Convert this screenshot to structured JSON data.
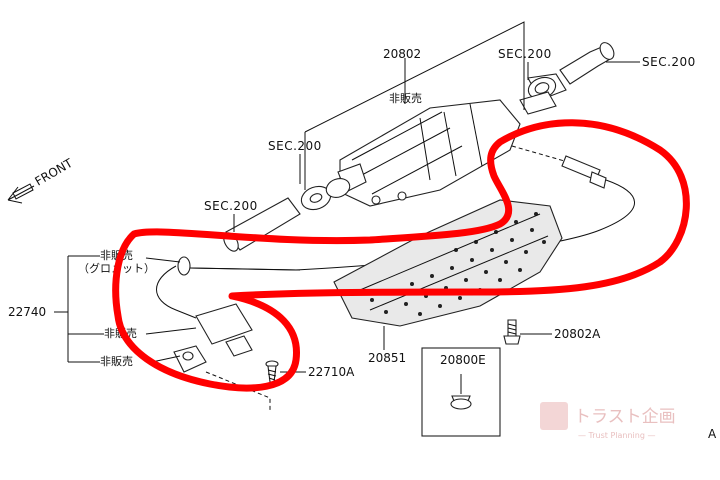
{
  "diagram": {
    "front_label": "FRONT",
    "section_refs": {
      "sec_top_right": "SEC.200",
      "sec_top_mid": "SEC.200",
      "sec_left_mid": "SEC.200",
      "sec_left_low": "SEC.200"
    },
    "parts": {
      "catalyst": {
        "number": "20802",
        "note": "非販売"
      },
      "heat_insulator": {
        "number": "20851"
      },
      "bolt": {
        "number": "20802A"
      },
      "clip": {
        "number": "20800E"
      },
      "sensor_assy": {
        "number": "22740",
        "notes": [
          "非販売",
          "（グロメット）",
          "非販売",
          "非販売"
        ]
      },
      "screw": {
        "number": "22710A"
      }
    },
    "corner_mark": "A"
  },
  "watermark": {
    "title": "トラスト企画",
    "subtitle": "— Trust Planning —"
  },
  "annotation": {
    "color": "#ff0000"
  }
}
